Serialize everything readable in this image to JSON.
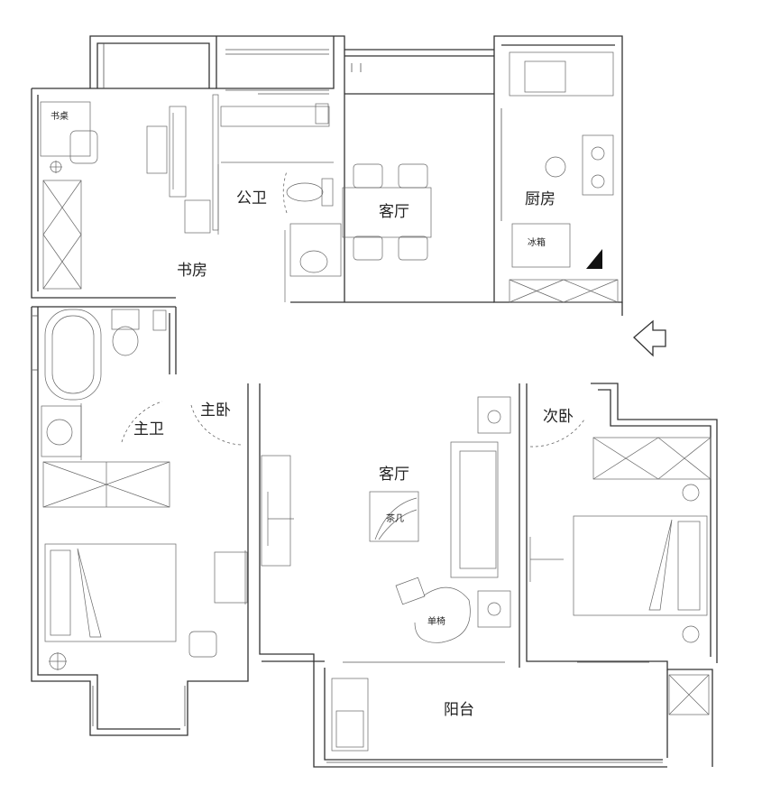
{
  "rooms": {
    "study": "书房",
    "study_desk": "书桌",
    "public_bath": "公卫",
    "dining": "客厅",
    "kitchen": "厨房",
    "fridge": "冰箱",
    "master_bedroom": "主卧",
    "master_bath": "主卫",
    "living": "客厅",
    "coffee_table": "茶几",
    "armchair": "单椅",
    "second_bedroom": "次卧",
    "balcony": "阳台"
  },
  "colors": {
    "line": "#333333",
    "background": "#ffffff"
  }
}
